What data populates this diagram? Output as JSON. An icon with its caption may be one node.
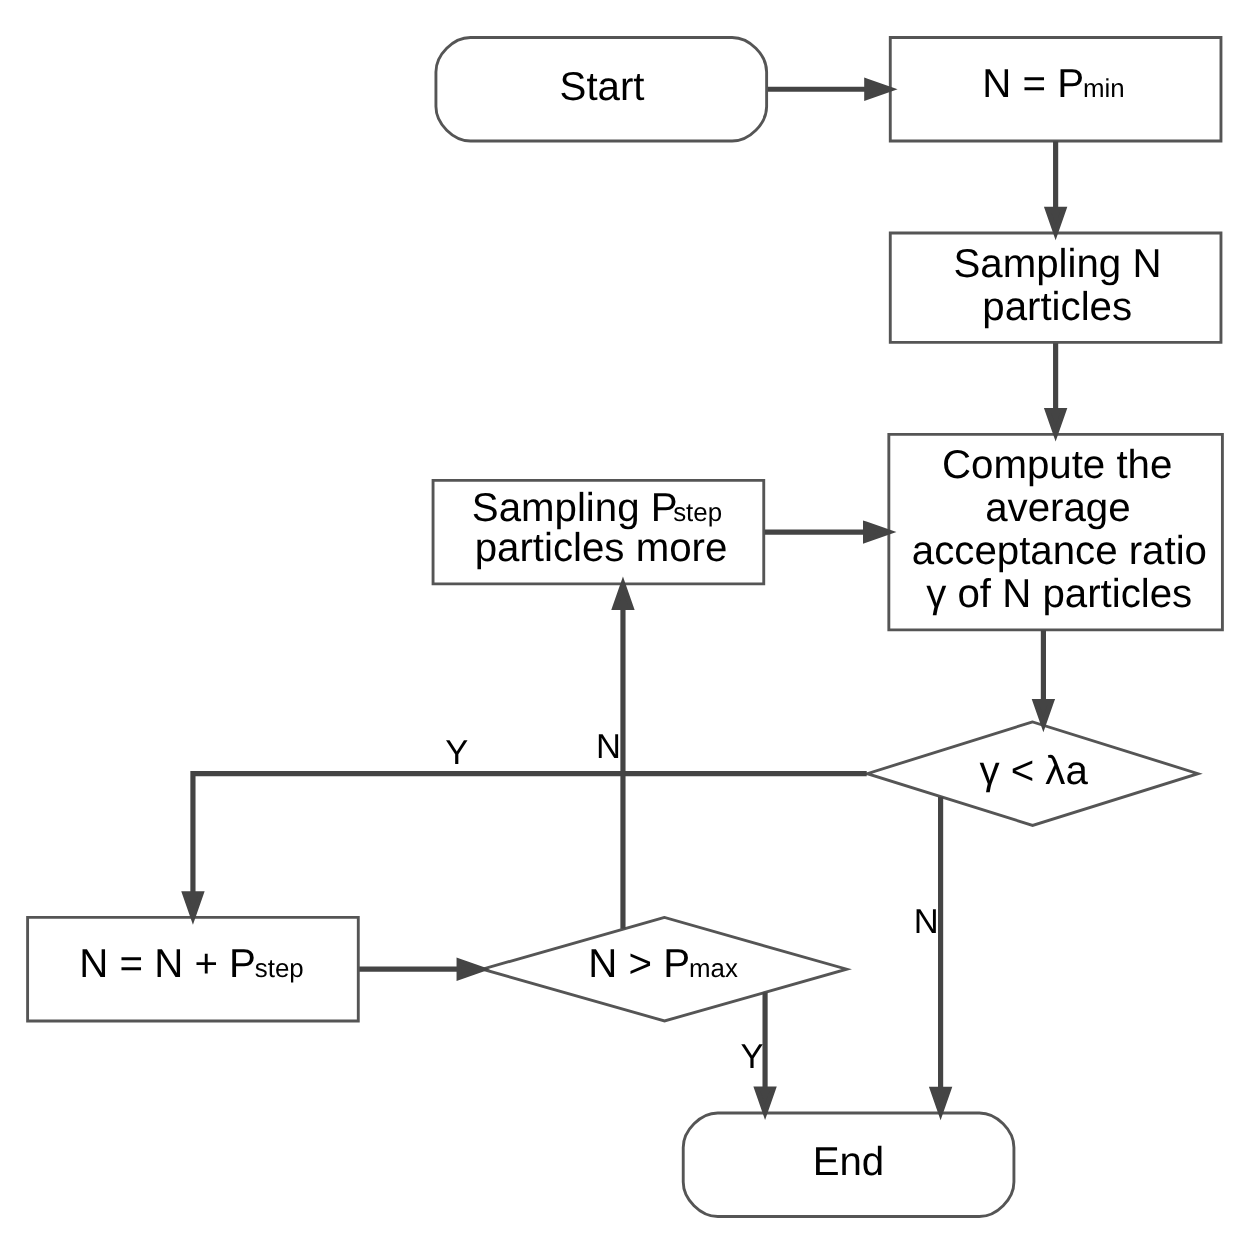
{
  "diagram": {
    "nodes": [
      {
        "text": [
          "Start"
        ]
      },
      {
        "text": [
          "N = P$_{min}$"
        ]
      },
      {
        "text": [
          "Sampling N particles"
        ]
      },
      {
        "text": [
          "Compute the average acceptance ratio γ of N particles"
        ]
      },
      {
        "text": [
          "γ < λa"
        ]
      },
      {
        "text": [
          "N = N + P$_{step}$"
        ]
      },
      {
        "text": [
          "N > P$_{max}$"
        ]
      },
      {
        "text": [
          "Sampling P$_{step}$ particles more"
        ]
      },
      {
        "text": [
          "End"
        ]
      }
    ],
    "edges": [
      {
        "from": 0,
        "to": 1,
        "arrow": "to"
      },
      {
        "from": 1,
        "to": 2,
        "arrow": "to"
      },
      {
        "from": 2,
        "to": 3,
        "arrow": "to"
      },
      {
        "from": 3,
        "to": 4,
        "arrow": "to"
      },
      {
        "from": 4,
        "to": 5,
        "arrow": "to",
        "label": "Y"
      },
      {
        "from": 4,
        "to": 8,
        "arrow": "to",
        "label": "N"
      },
      {
        "from": 5,
        "to": 6,
        "arrow": "to"
      },
      {
        "from": 6,
        "to": 8,
        "arrow": "to",
        "label": "Y"
      },
      {
        "from": 6,
        "to": 7,
        "arrow": "to",
        "label": "N"
      },
      {
        "from": 7,
        "to": 3,
        "arrow": "to"
      }
    ]
  }
}
